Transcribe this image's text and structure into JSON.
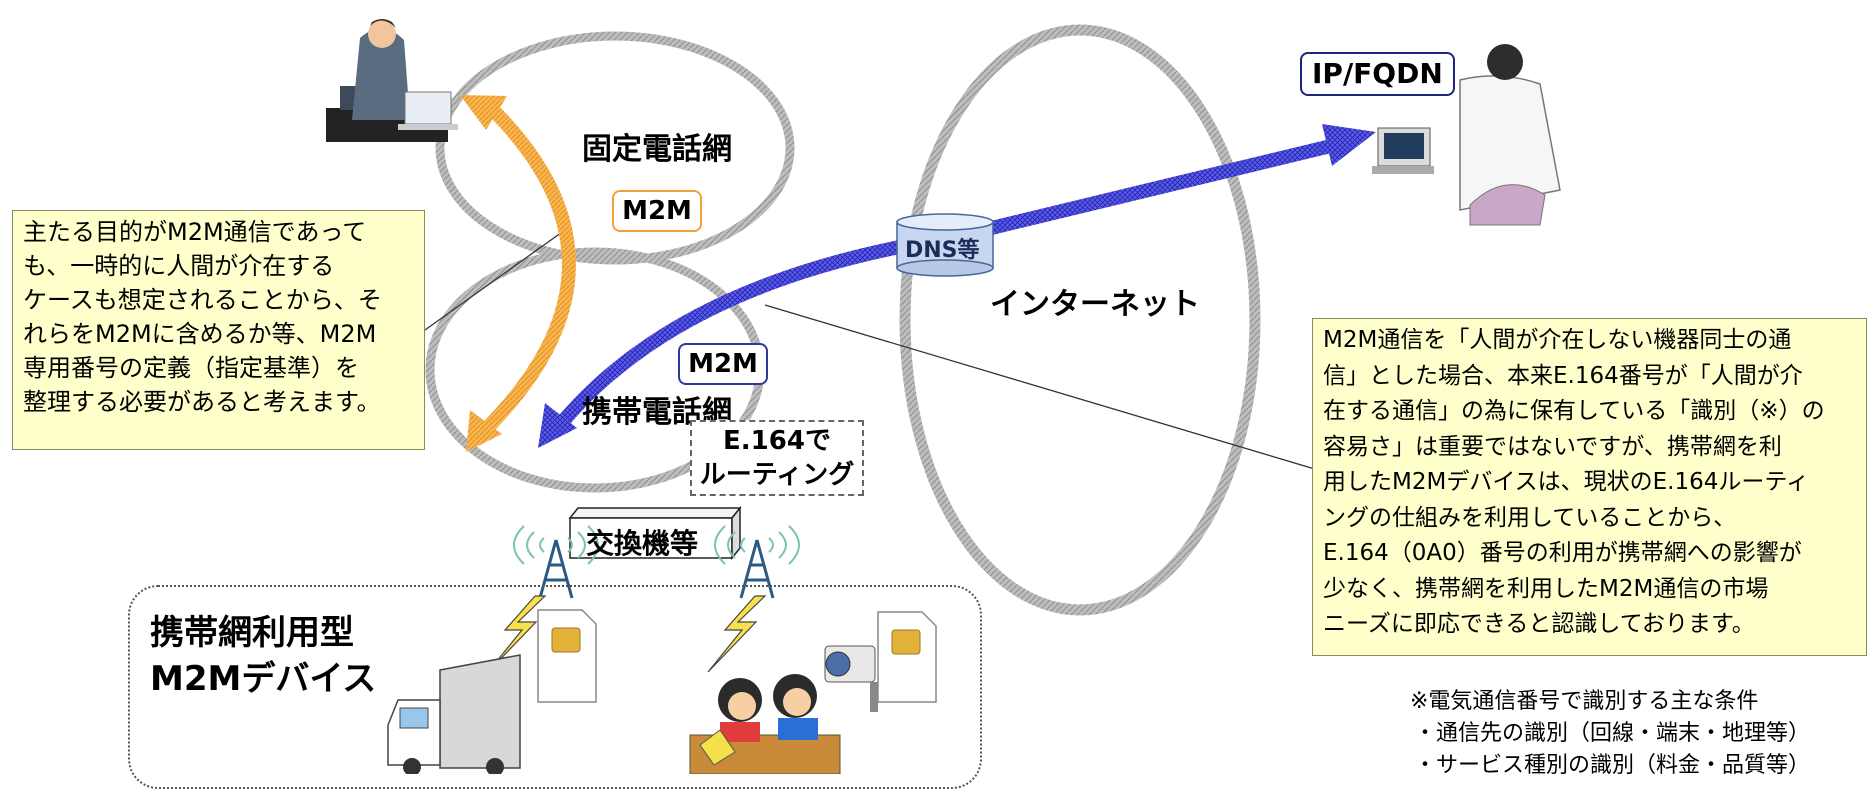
{
  "labels": {
    "fixed_network": "固定電話網",
    "mobile_network": "携帯電話網",
    "internet": "インターネット",
    "dns": "DNS等",
    "m2m_fixed": "M2M",
    "m2m_mobile": "M2M",
    "routing_line1": "E.164で",
    "routing_line2": "ルーティング",
    "exchange": "交換機等",
    "ip_fqdn": "IP/FQDN",
    "device_line1": "携帯網利用型",
    "device_line2": "M2Mデバイス"
  },
  "left_note": {
    "lines": [
      "主たる目的がM2M通信であって",
      "も、一時的に人間が介在する",
      "ケースも想定されることから、そ",
      "れらをM2Mに含めるか等、M2M",
      "専用番号の定義（指定基準）を",
      "整理する必要があると考えます。"
    ]
  },
  "right_note": {
    "lines": [
      "M2M通信を「人間が介在しない機器同士の通",
      "信」とした場合、本来E.164番号が「人間が介",
      "在する通信」の為に保有している「識別（※）の",
      "容易さ」は重要ではないですが、携帯網を利",
      "用したM2Mデバイスは、現状のE.164ルーティ",
      "ングの仕組みを利用していることから、",
      "E.164（0A0）番号の利用が携帯網への影響が",
      "少なく、携帯網を利用したM2M通信の市場",
      "ニーズに即応できると認識しております。"
    ]
  },
  "footnote": {
    "lines": [
      "※電気通信番号で識別する主な条件",
      "・通信先の識別（回線・端末・地理等）",
      "・サービス種別の識別（料金・品質等）"
    ]
  },
  "colors": {
    "orange_arrow": "#f7a93b",
    "blue_arrow": "#3a3ae0",
    "ring": "#bcbcbc",
    "note_bg": "#ffffcc"
  }
}
